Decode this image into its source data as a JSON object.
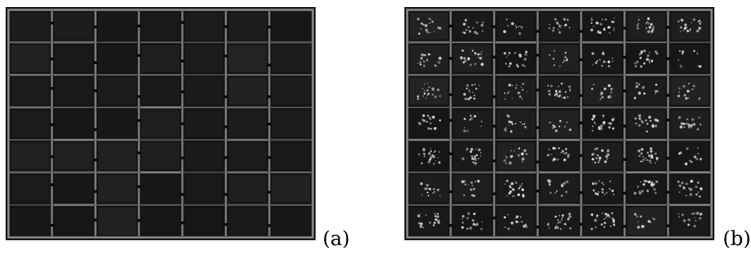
{
  "figure": {
    "panels": [
      {
        "id": "a",
        "label": "(a)",
        "grid_rows": 7,
        "grid_cols": 7,
        "filled": false
      },
      {
        "id": "b",
        "label": "(b)",
        "grid_rows": 7,
        "grid_cols": 7,
        "filled": true
      }
    ]
  },
  "colors": {
    "background": "#141414",
    "frame": "#8a8a8a",
    "cell": "#1b1b1b",
    "speckle": "#d8d8d8"
  }
}
